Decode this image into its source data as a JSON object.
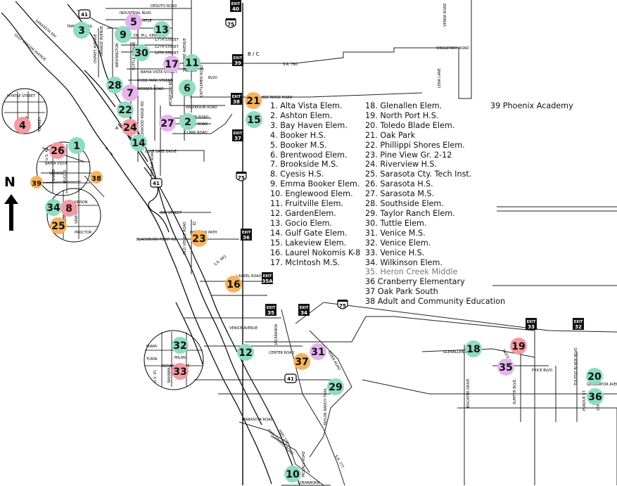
{
  "north_label": "N",
  "legend": [
    {
      "num": "1",
      "name": "1. Alta Vista Elem."
    },
    {
      "num": "2",
      "name": "2. Ashton Elem."
    },
    {
      "num": "3",
      "name": "3. Bay Haven Elem."
    },
    {
      "num": "4",
      "name": "4. Booker H.S."
    },
    {
      "num": "5",
      "name": "5. Booker M.S."
    },
    {
      "num": "6",
      "name": "6. Brentwood Elem."
    },
    {
      "num": "7",
      "name": "7. Brookside M.S."
    },
    {
      "num": "8",
      "name": "8. Cyesis H.S."
    },
    {
      "num": "9",
      "name": "9. Emma Booker Elem."
    },
    {
      "num": "10",
      "name": "10. Englewood Elem."
    },
    {
      "num": "11",
      "name": "11. Fruitville Elem."
    },
    {
      "num": "12",
      "name": "12. GardenElem."
    },
    {
      "num": "13",
      "name": "13. Gocio Elem."
    },
    {
      "num": "14",
      "name": "14. Gulf Gate Elem."
    },
    {
      "num": "15",
      "name": "15. Lakeview Elem."
    },
    {
      "num": "16",
      "name": "16. Laurel Nokomis K-8"
    },
    {
      "num": "17",
      "name": "17. McIntosh M.S."
    },
    {
      "num": "18",
      "name": "18. Glenallen Elem."
    },
    {
      "num": "19",
      "name": "19. North Port H.S."
    },
    {
      "num": "20",
      "name": "20. Toledo Blade Elem."
    },
    {
      "num": "21",
      "name": "21. Oak Park"
    },
    {
      "num": "22",
      "name": "22. Phillippi Shores Elem."
    },
    {
      "num": "23",
      "name": "23. Pine View Gr. 2-12"
    },
    {
      "num": "24",
      "name": "24. Riverview H.S."
    },
    {
      "num": "25",
      "name": "25. Sarasota Cty. Tech Inst."
    },
    {
      "num": "26",
      "name": "26. Sarasota H.S."
    },
    {
      "num": "27",
      "name": "27. Sarasota M.S."
    },
    {
      "num": "28",
      "name": "28. Southside Elem."
    },
    {
      "num": "29",
      "name": "29. Taylor Ranch Elem."
    },
    {
      "num": "30",
      "name": "30. Tuttle Elem."
    },
    {
      "num": "31",
      "name": "31. Venice M.S."
    },
    {
      "num": "32",
      "name": "32. Venice Elem."
    },
    {
      "num": "33",
      "name": "33. Venice H.S."
    },
    {
      "num": "34",
      "name": "34. Wilkinson Elem."
    },
    {
      "num": "35",
      "name": "35. Heron Creek Middle"
    },
    {
      "num": "36",
      "name": "36 Cranberry Elementary"
    },
    {
      "num": "37",
      "name": "37 Oak Park South"
    },
    {
      "num": "38",
      "name": "38 Adult and Community Education"
    },
    {
      "num": "39",
      "name": "39 Phoenix Academy"
    }
  ],
  "category_colors": {
    "elementary": "#8fdcc0",
    "middle": "#e6b3ee",
    "high": "#f59aa2",
    "other": "#f5b35e"
  },
  "markers": [
    {
      "num": "1",
      "cat": "elementary",
      "anchor": "1"
    },
    {
      "num": "2",
      "cat": "elementary",
      "anchor": "2"
    },
    {
      "num": "3",
      "cat": "elementary",
      "anchor": "3"
    },
    {
      "num": "4",
      "cat": "high",
      "anchor": "4"
    },
    {
      "num": "5",
      "cat": "middle",
      "anchor": "5"
    },
    {
      "num": "6",
      "cat": "elementary",
      "anchor": "6"
    },
    {
      "num": "7",
      "cat": "middle",
      "anchor": "7"
    },
    {
      "num": "8",
      "cat": "high",
      "anchor": "8"
    },
    {
      "num": "9",
      "cat": "elementary",
      "anchor": "9"
    },
    {
      "num": "10",
      "cat": "elementary",
      "anchor": "10"
    },
    {
      "num": "11",
      "cat": "elementary",
      "anchor": "11"
    },
    {
      "num": "12",
      "cat": "elementary",
      "anchor": "12"
    },
    {
      "num": "13",
      "cat": "elementary",
      "anchor": "13"
    },
    {
      "num": "14",
      "cat": "elementary",
      "anchor": "14"
    },
    {
      "num": "15",
      "cat": "elementary",
      "anchor": "15"
    },
    {
      "num": "16",
      "cat": "other",
      "anchor": "16"
    },
    {
      "num": "17",
      "cat": "middle",
      "anchor": "17"
    },
    {
      "num": "18",
      "cat": "elementary",
      "anchor": "18"
    },
    {
      "num": "19",
      "cat": "high",
      "anchor": "19"
    },
    {
      "num": "20",
      "cat": "elementary",
      "anchor": "20"
    },
    {
      "num": "21",
      "cat": "other",
      "anchor": "21"
    },
    {
      "num": "22",
      "cat": "elementary",
      "anchor": "22"
    },
    {
      "num": "23",
      "cat": "other",
      "anchor": "23"
    },
    {
      "num": "24",
      "cat": "high",
      "anchor": "24"
    },
    {
      "num": "25",
      "cat": "other",
      "anchor": "25"
    },
    {
      "num": "26",
      "cat": "high",
      "anchor": "26"
    },
    {
      "num": "27",
      "cat": "middle",
      "anchor": "27"
    },
    {
      "num": "28",
      "cat": "elementary",
      "anchor": "28"
    },
    {
      "num": "29",
      "cat": "elementary",
      "anchor": "29"
    },
    {
      "num": "30",
      "cat": "elementary",
      "anchor": "30"
    },
    {
      "num": "31",
      "cat": "middle",
      "anchor": "31"
    },
    {
      "num": "32",
      "cat": "elementary",
      "anchor": "32"
    },
    {
      "num": "33",
      "cat": "high",
      "anchor": "33"
    },
    {
      "num": "34",
      "cat": "elementary",
      "anchor": "34"
    },
    {
      "num": "35",
      "cat": "middle",
      "anchor": "35"
    },
    {
      "num": "36",
      "cat": "elementary",
      "anchor": "36"
    },
    {
      "num": "37",
      "cat": "other",
      "anchor": "37"
    },
    {
      "num": "38",
      "cat": "other",
      "anchor": "38"
    },
    {
      "num": "39",
      "cat": "other",
      "anchor": "39"
    }
  ],
  "exits": [
    {
      "id": "e40",
      "top": "EXIT",
      "bottom": "40"
    },
    {
      "id": "e39",
      "top": "EXIT",
      "bottom": "39"
    },
    {
      "id": "e38",
      "top": "EXIT",
      "bottom": "38"
    },
    {
      "id": "e37",
      "top": "EXIT",
      "bottom": "37"
    },
    {
      "id": "e36",
      "top": "EXIT",
      "bottom": "36"
    },
    {
      "id": "e35a",
      "top": "EXIT",
      "bottom": "35A"
    },
    {
      "id": "e35",
      "top": "EXIT",
      "bottom": "35"
    },
    {
      "id": "e34",
      "top": "EXIT",
      "bottom": "34"
    },
    {
      "id": "e33",
      "top": "EXIT",
      "bottom": "33"
    },
    {
      "id": "e32",
      "top": "EXIT",
      "bottom": "32"
    }
  ],
  "highways": [
    {
      "id": "h75a",
      "label": "75"
    },
    {
      "id": "h75b",
      "label": "75"
    },
    {
      "id": "h75c",
      "label": "75"
    },
    {
      "id": "h41a",
      "label": "41"
    },
    {
      "id": "h41b",
      "label": "41"
    },
    {
      "id": "h41c",
      "label": "41"
    }
  ],
  "road_labels": [
    {
      "id": "r1",
      "text": "DESOTO ROAD"
    },
    {
      "id": "r2",
      "text": "INDUSTRIAL BLVD."
    },
    {
      "id": "r3",
      "text": "MYRTLE"
    },
    {
      "id": "r4",
      "text": "DR. M.L. KING WAY"
    },
    {
      "id": "r5",
      "text": "17TH STREET"
    },
    {
      "id": "r6",
      "text": "12TH STREET"
    },
    {
      "id": "r7",
      "text": "10TH STREET"
    },
    {
      "id": "r8",
      "text": "TAMIAMI TRAIL"
    },
    {
      "id": "r9",
      "text": "B / C"
    },
    {
      "id": "r10",
      "text": "S.R. 780"
    },
    {
      "id": "r11",
      "text": "SINGLETARY ROAD"
    },
    {
      "id": "r12",
      "text": "VERNA ROAD"
    },
    {
      "id": "r13",
      "text": "LENA LANE"
    },
    {
      "id": "r14",
      "text": "BAHIA VISTA STREET"
    },
    {
      "id": "r15",
      "text": "HYDE PARK STREET"
    },
    {
      "id": "r16",
      "text": "WEBBER ROAD"
    },
    {
      "id": "r17",
      "text": "BEE RIDGE ROAD"
    },
    {
      "id": "r18",
      "text": "WILKINSON ROAD"
    },
    {
      "id": "r19",
      "text": "PROCTOR ROAD"
    },
    {
      "id": "r20",
      "text": "ASHTON ROAD"
    },
    {
      "id": "r21",
      "text": "CLARK ROAD"
    },
    {
      "id": "r22",
      "text": "GULF GATE DRIVE"
    },
    {
      "id": "r23",
      "text": "BAY STREET"
    },
    {
      "id": "r24",
      "text": "D"
    },
    {
      "id": "r25",
      "text": "PINEVIEW PATH"
    },
    {
      "id": "r26",
      "text": "BLACKBURN POINT RD."
    },
    {
      "id": "r27",
      "text": "OLD VENICE ROAD"
    },
    {
      "id": "r28",
      "text": "S.R. 681"
    },
    {
      "id": "r29",
      "text": "LAUREL ROAD"
    },
    {
      "id": "r30",
      "text": "VENICE AVENUE"
    },
    {
      "id": "r31",
      "text": "JACARANDA"
    },
    {
      "id": "r32",
      "text": "CENTER ROAD"
    },
    {
      "id": "r33",
      "text": "RIVER ROAD"
    },
    {
      "id": "r34",
      "text": "TAYLOR RANCH TRAIL"
    },
    {
      "id": "r35",
      "text": "MANASOTA ROAD"
    },
    {
      "id": "r36",
      "text": "ENGLEWOOD ROAD"
    },
    {
      "id": "r37",
      "text": "HWY 776"
    },
    {
      "id": "r38",
      "text": "S.R. 777"
    },
    {
      "id": "r39",
      "text": "DEARBORN"
    },
    {
      "id": "r40",
      "text": "MCCALL ROAD"
    },
    {
      "id": "r41",
      "text": "GLENALLEN BLVD."
    },
    {
      "id": "r42",
      "text": "PRICE BLVD."
    },
    {
      "id": "r43",
      "text": "PRICE BLVD."
    },
    {
      "id": "r44",
      "text": "BISCAYNE DRIVE"
    },
    {
      "id": "r45",
      "text": "SUMTER BLVD."
    },
    {
      "id": "r46",
      "text": "TOLEDO BLADE BLVD."
    },
    {
      "id": "r47",
      "text": "GENERATOR AVENUE"
    },
    {
      "id": "r48",
      "text": "PURDUE ST."
    },
    {
      "id": "r49",
      "text": "SEMINOLE"
    },
    {
      "id": "r50",
      "text": "MYRTLE STREET"
    },
    {
      "id": "r51",
      "text": "ORANGE"
    },
    {
      "id": "r52",
      "text": "OSPREY"
    },
    {
      "id": "r53",
      "text": "U.S. 41"
    },
    {
      "id": "r54",
      "text": "BAHIA VISTA"
    },
    {
      "id": "r55",
      "text": "SCHOOL"
    },
    {
      "id": "r56",
      "text": "SHADE"
    },
    {
      "id": "r57",
      "text": "EUCLID"
    },
    {
      "id": "r58",
      "text": "WILKINSON"
    },
    {
      "id": "r59",
      "text": "BENEVA"
    },
    {
      "id": "r60",
      "text": "SAWYER"
    },
    {
      "id": "r61",
      "text": "PROCTOR"
    },
    {
      "id": "r62",
      "text": "MIAMI"
    },
    {
      "id": "r63",
      "text": "TURIN"
    },
    {
      "id": "r64",
      "text": "MILAN"
    },
    {
      "id": "r65",
      "text": "INDIAN AVENUE"
    },
    {
      "id": "r66",
      "text": "U.S. 41"
    },
    {
      "id": "r67",
      "text": "BAHAMA"
    },
    {
      "id": "r68",
      "text": "SARASOTA BAY"
    },
    {
      "id": "r69",
      "text": "GULF STREAM AVENUE"
    },
    {
      "id": "r70",
      "text": "ORANGE AVENUE"
    },
    {
      "id": "r71",
      "text": "OSPREY AVENUE"
    },
    {
      "id": "r72",
      "text": "WASHINGTON"
    },
    {
      "id": "r73",
      "text": "TUTTLE AVENUE"
    },
    {
      "id": "r74",
      "text": "BENEVA ROAD"
    },
    {
      "id": "r75",
      "text": "MCINTOSH RD."
    },
    {
      "id": "r76",
      "text": "CATTLEMEN ROAD"
    },
    {
      "id": "r77",
      "text": "HONORE AVENUE"
    },
    {
      "id": "r78",
      "text": "BLVD"
    },
    {
      "id": "r79",
      "text": "LOCKWOOD RIDGE RD."
    },
    {
      "id": "r80",
      "text": "A"
    },
    {
      "id": "r81",
      "text": "PALMER"
    }
  ]
}
